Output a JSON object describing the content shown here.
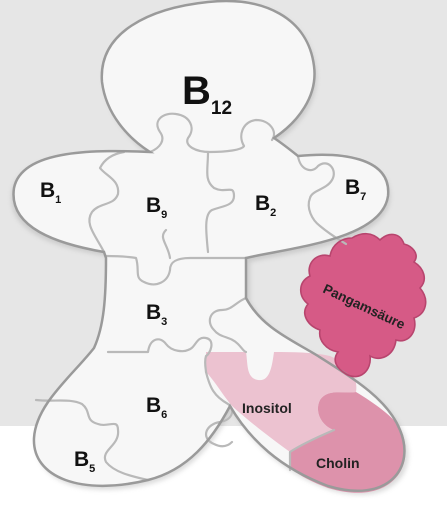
{
  "colors": {
    "background": "#e6e6e6",
    "piece_fill": "#f7f7f7",
    "seam": "#b9b9b9",
    "outline": "#9a9a9a",
    "pink_light": "#ecc2d0",
    "pink_mid": "#dd92ab",
    "pink_strong": "#d65a86",
    "text": "#111111",
    "label_on_pink": "#222222"
  },
  "pieces": {
    "b12": {
      "main": "B",
      "sub": "12"
    },
    "b1": {
      "main": "B",
      "sub": "1"
    },
    "b9": {
      "main": "B",
      "sub": "9"
    },
    "b2": {
      "main": "B",
      "sub": "2"
    },
    "b7": {
      "main": "B",
      "sub": "7"
    },
    "b3": {
      "main": "B",
      "sub": "3"
    },
    "b6": {
      "main": "B",
      "sub": "6"
    },
    "b5": {
      "main": "B",
      "sub": "5"
    },
    "inositol": {
      "label": "Inositol"
    },
    "cholin": {
      "label": "Cholin"
    },
    "pangamsaeure": {
      "label": "Pangamsäure"
    }
  }
}
